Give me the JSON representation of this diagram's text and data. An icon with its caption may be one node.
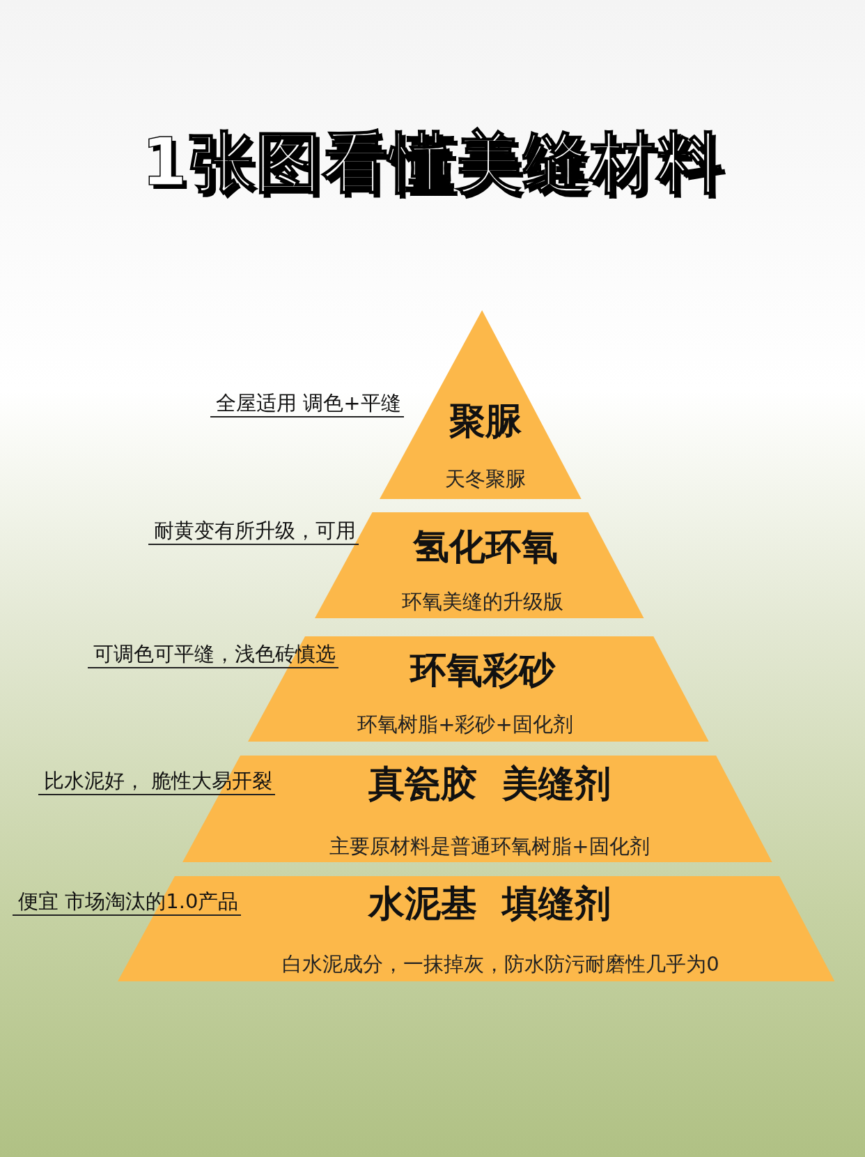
{
  "diagram": {
    "title": "1张图看懂美缝材料",
    "nodes": [
      {
        "text": [
          "聚脲",
          "天冬聚脲"
        ],
        "beside": [
          "全屋适用 调色+平缝"
        ]
      },
      {
        "text": [
          "氢化环氧",
          "环氧美缝的升级版"
        ],
        "beside": [
          "耐黄变有所升级，可用"
        ]
      },
      {
        "text": [
          "环氧彩砂",
          "环氧树脂+彩砂+固化剂"
        ],
        "beside": [
          "可调色可平缝，浅色砖慎选"
        ]
      },
      {
        "text": [
          "真瓷胶  美缝剂",
          "主要原材料是普通环氧树脂+固化剂"
        ],
        "beside": [
          "比水泥好， 脆性大易开裂"
        ]
      },
      {
        "text": [
          "水泥基  填缝剂",
          "白水泥成分，一抹掉灰，防水防污耐磨性几乎为0"
        ],
        "beside": [
          "便宜 市场淘汰的1.0产品"
        ]
      }
    ]
  }
}
